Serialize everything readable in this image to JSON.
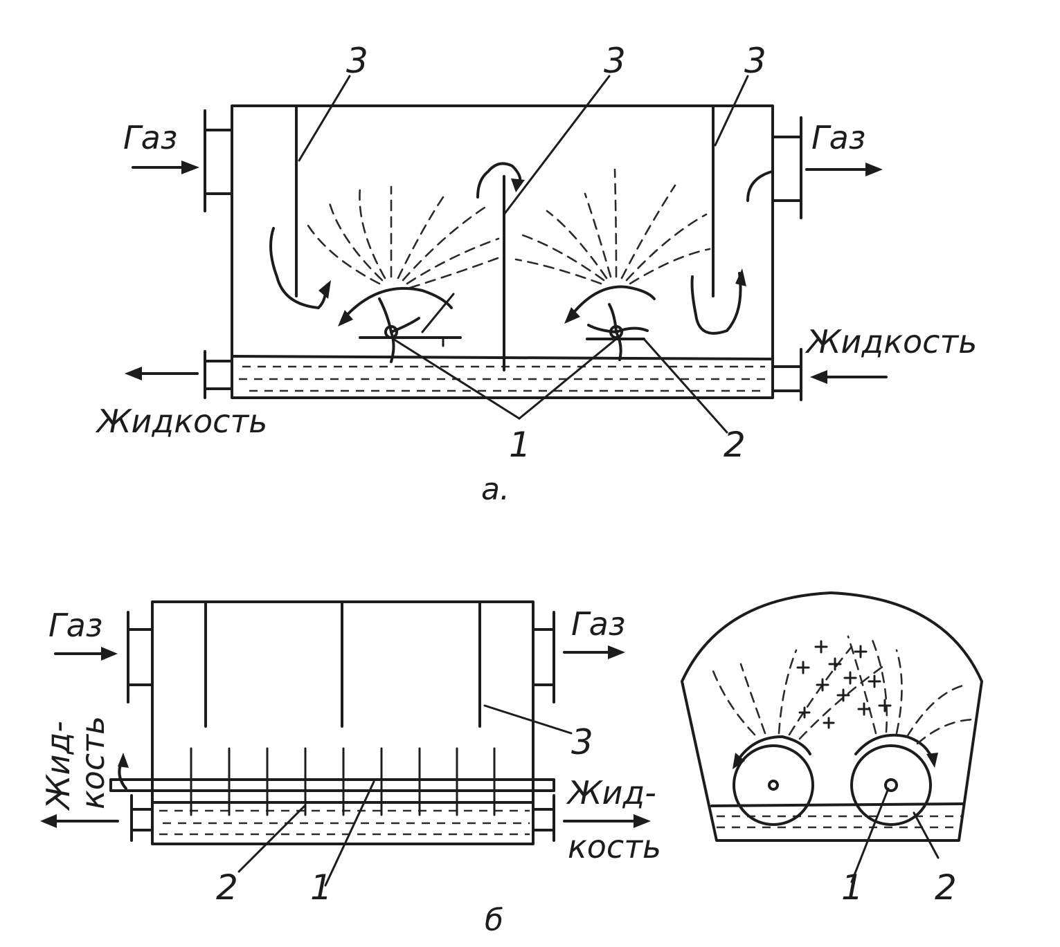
{
  "figure_a": {
    "gas_in": "Газ",
    "gas_out": "Газ",
    "liquid_in": "Жидкость",
    "liquid_out": "Жидкость",
    "label_rotor": "1",
    "label_blade": "2",
    "label_baffle": "3",
    "caption": "а."
  },
  "figure_b": {
    "gas_in": "Газ",
    "gas_out": "Газ",
    "liquid_out_line1": "Жид-",
    "liquid_out_line2": "кость",
    "liquid_in_line1": "Жид-",
    "liquid_in_line2": "кость",
    "label_baffle": "3",
    "label_blade": "2",
    "label_shaft": "1",
    "caption": "б"
  },
  "figure_b_section": {
    "label_shaft": "1",
    "label_disc": "2"
  },
  "colors": {
    "ink": "#1c1c1c",
    "paper": "#ffffff"
  }
}
